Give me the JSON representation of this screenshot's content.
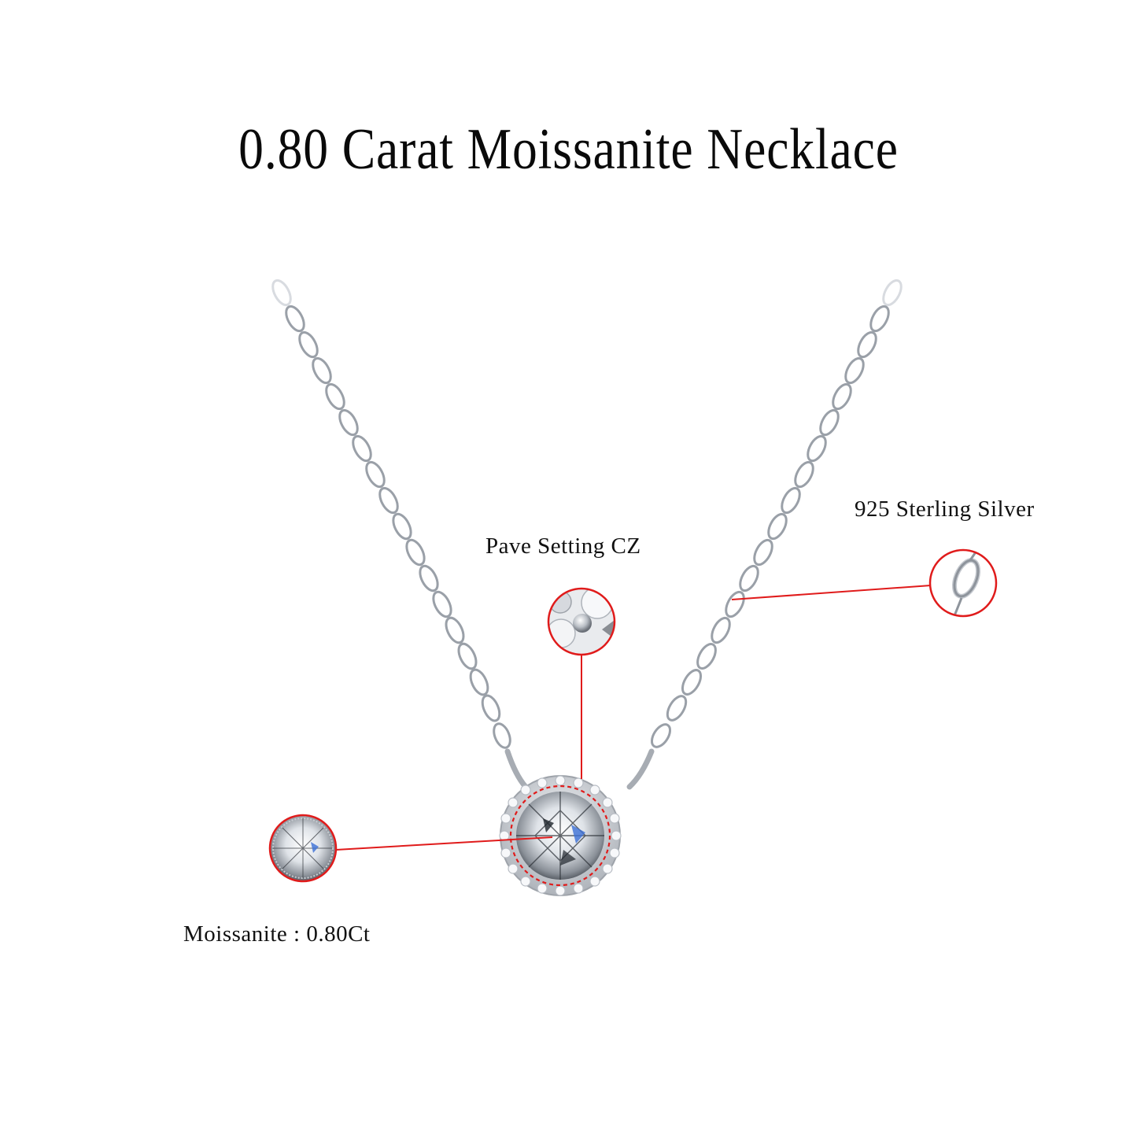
{
  "title": "0.80 Carat Moissanite Necklace",
  "callouts": [
    {
      "id": "pave",
      "label": "Pave Setting CZ"
    },
    {
      "id": "silver",
      "label": "925 Sterling Silver"
    },
    {
      "id": "moissanite",
      "label": "Moissanite : 0.80Ct"
    }
  ],
  "colors": {
    "background": "#ffffff",
    "text": "#111111",
    "callout_line": "#e01b1b",
    "metal": "#c9ccd1"
  }
}
